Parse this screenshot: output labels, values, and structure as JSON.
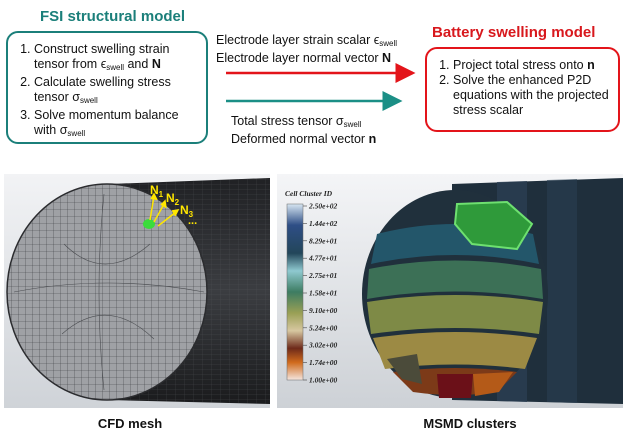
{
  "fsi": {
    "title": "FSI structural model",
    "title_color": "#1b7f7a",
    "border_color": "#1b7f7a",
    "items": [
      {
        "pre": "Construct swelling strain tensor from ",
        "sym": "ϵ",
        "sub": "swell",
        "mid": " and ",
        "bold": "N"
      },
      {
        "pre": "Calculate swelling stress tensor ",
        "sym": "σ",
        "sub": "swell"
      },
      {
        "pre": "Solve momentum balance with ",
        "sym": "σ",
        "sub": "swell"
      }
    ]
  },
  "battery": {
    "title": "Battery swelling model",
    "title_color": "#d8181d",
    "border_color": "#e3141a",
    "items": [
      {
        "pre": "Project total stress onto ",
        "bold": "n"
      },
      {
        "pre": "Solve the enhanced P2D equations with the projected stress scalar"
      }
    ]
  },
  "arrow_left": {
    "color": "#e3141a",
    "line1": {
      "pre": "Electrode layer strain scalar ",
      "sym": "ϵ",
      "sub": "swell"
    },
    "line2": {
      "pre": "Electrode layer normal vector ",
      "bold": "N"
    }
  },
  "arrow_right": {
    "color": "#1b8f86",
    "line1": {
      "pre": "Total stress tensor ",
      "sym": "σ",
      "sub": "swell"
    },
    "line2": {
      "pre": "Deformed normal vector ",
      "bold": "n"
    }
  },
  "cfd": {
    "caption": "CFD mesh",
    "normals": [
      "N",
      "N",
      "N",
      "..."
    ],
    "normal_subs": [
      "1",
      "2",
      "3"
    ]
  },
  "msmd": {
    "caption": "MSMD clusters",
    "legend_title": "Cell Cluster ID",
    "legend_values": [
      "2.50e+02",
      "1.44e+02",
      "8.29e+01",
      "4.77e+01",
      "2.75e+01",
      "1.58e+01",
      "9.10e+00",
      "5.24e+00",
      "3.02e+00",
      "1.74e+00",
      "1.00e+00"
    ]
  }
}
